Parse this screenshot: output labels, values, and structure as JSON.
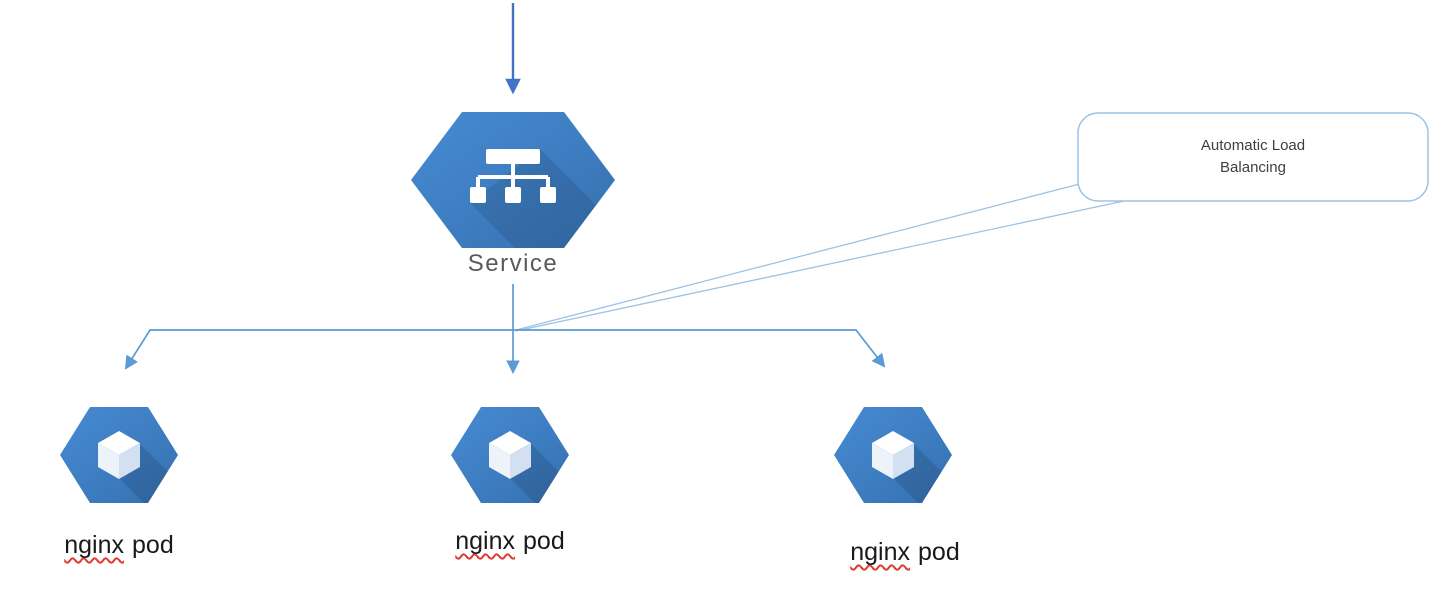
{
  "service": {
    "label": "Service",
    "icon": "service-sitemap-icon"
  },
  "callout": {
    "line1": "Automatic Load",
    "line2": "Balancing"
  },
  "pods": [
    {
      "flagged": "nginx",
      "rest": "pod",
      "icon": "pod-cube-icon"
    },
    {
      "flagged": "nginx",
      "rest": "pod",
      "icon": "pod-cube-icon"
    },
    {
      "flagged": "nginx",
      "rest": "pod",
      "icon": "pod-cube-icon"
    }
  ],
  "colors": {
    "hexagon_blue": "#3B7AC4",
    "arrow_dark": "#4472C4",
    "connector_blue": "#5B9BD5",
    "callout_border": "#9CC3E5",
    "service_label_gray": "#595959",
    "pod_label_black": "#1a1a1a",
    "spellcheck_red": "#E03C31"
  }
}
